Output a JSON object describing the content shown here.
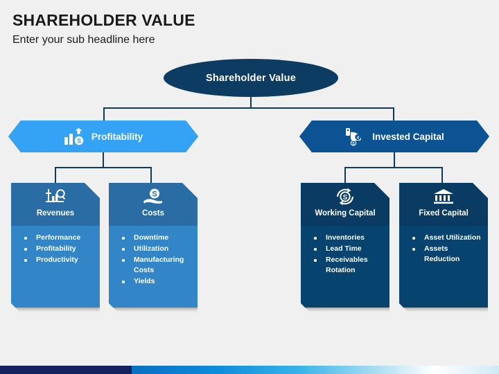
{
  "header": {
    "title": "SHAREHOLDER VALUE",
    "subtitle": "Enter your sub headline here"
  },
  "root": {
    "label": "Shareholder Value",
    "color": "#0d3c63"
  },
  "branches": [
    {
      "id": "profitability",
      "label": "Profitability",
      "icon": "growth-bar-chart-dollar-icon",
      "color": "#35a3f5"
    },
    {
      "id": "invested-capital",
      "label": "Invested Capital",
      "icon": "hand-coin-icon",
      "color": "#0b5392"
    }
  ],
  "cards": [
    {
      "id": "revenues",
      "title": "Revenues",
      "icon": "chart-magnifier-icon",
      "theme": "light",
      "header_color": "#2a6ca4",
      "body_color": "#3286c8",
      "bullets": [
        "Performance",
        "Profitability",
        "Productivity"
      ]
    },
    {
      "id": "costs",
      "title": "Costs",
      "icon": "hand-dollar-coin-icon",
      "theme": "light",
      "header_color": "#2a6ca4",
      "body_color": "#3286c8",
      "bullets": [
        "Downtime",
        "Utilization",
        "Manufacturing Costs",
        "Yields"
      ]
    },
    {
      "id": "working-capital",
      "title": "Working Capital",
      "icon": "dollar-refresh-cycle-icon",
      "theme": "dark",
      "header_color": "#0a3c63",
      "body_color": "#06436e",
      "bullets": [
        "Inventories",
        "Lead Time",
        "Receivables Rotation"
      ]
    },
    {
      "id": "fixed-capital",
      "title": "Fixed Capital",
      "icon": "bank-building-icon",
      "theme": "dark",
      "header_color": "#0a3c63",
      "body_color": "#06436e",
      "bullets": [
        "Asset Utilization",
        "Assets Reduction"
      ]
    }
  ],
  "footer": {
    "navy_color": "#14225e",
    "gradient_start": "#0a6fc0",
    "gradient_end": "#ffffff"
  }
}
